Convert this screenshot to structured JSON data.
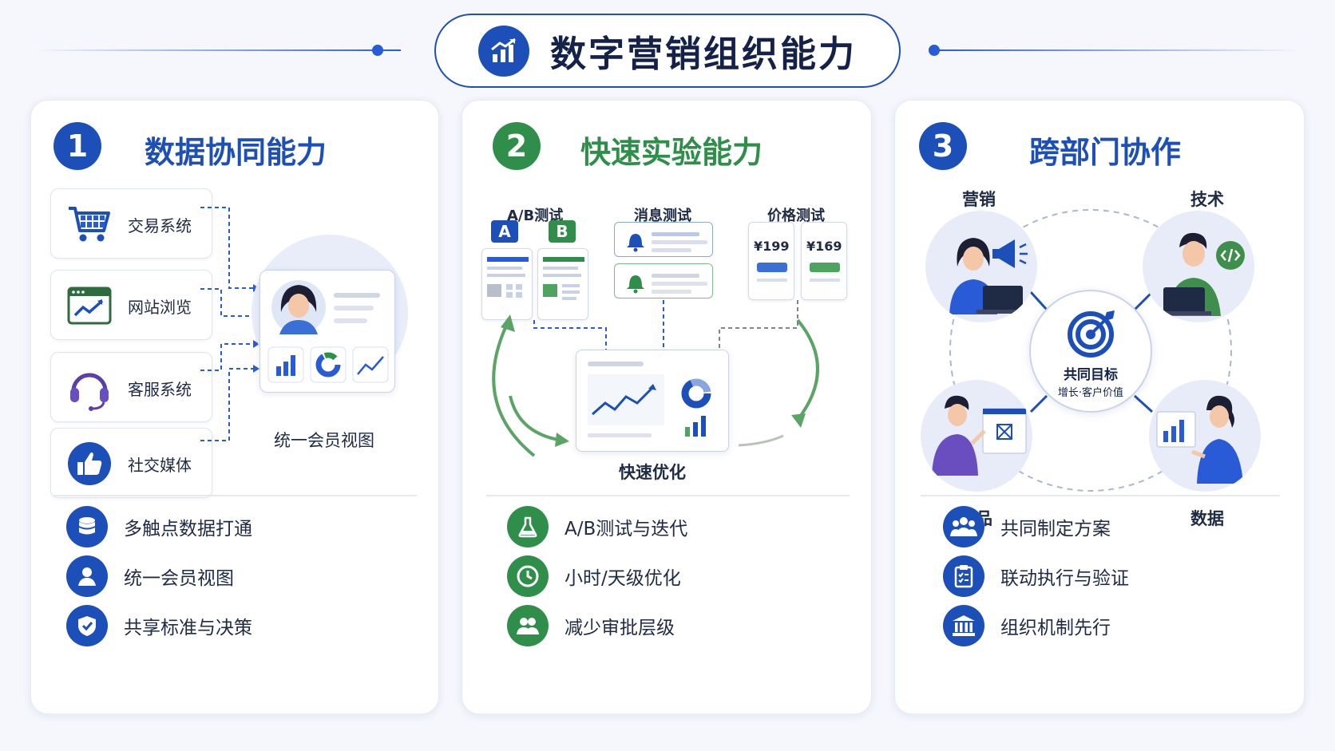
{
  "header": {
    "title": "数字营销组织能力"
  },
  "cards": [
    {
      "number": "1",
      "title": "数据协同能力",
      "color": "#1d4fb8",
      "sources": [
        "交易系统",
        "网站浏览",
        "客服系统",
        "社交媒体"
      ],
      "hub_label": "统一会员视图",
      "features": [
        "多触点数据打通",
        "统一会员视图",
        "共享标准与决策"
      ]
    },
    {
      "number": "2",
      "title": "快速实验能力",
      "color": "#2f8f4a",
      "tests": [
        "A/B测试",
        "消息测试",
        "价格测试"
      ],
      "variant_a": "A",
      "variant_b": "B",
      "price_a": "¥199",
      "price_b": "¥169",
      "hub_label": "快速优化",
      "features": [
        "A/B测试与迭代",
        "小时/天级优化",
        "减少审批层级"
      ]
    },
    {
      "number": "3",
      "title": "跨部门协作",
      "color": "#1d4fb8",
      "roles": [
        "营销",
        "技术",
        "产品",
        "数据"
      ],
      "center_title": "共同目标",
      "center_sub": "增长·客户价值",
      "features": [
        "共同制定方案",
        "联动执行与验证",
        "组织机制先行"
      ]
    }
  ],
  "icons": {
    "title": "bar-chart-icon",
    "sources": [
      "shopping-cart-icon",
      "browser-chart-icon",
      "headset-icon",
      "thumbs-up-icon"
    ],
    "card1_features": [
      "database-icon",
      "user-icon",
      "shield-check-icon"
    ],
    "card2_features": [
      "flask-icon",
      "clock-icon",
      "users-icon"
    ],
    "card3_features": [
      "team-icon",
      "clipboard-check-icon",
      "institution-icon"
    ],
    "center": "target-icon"
  }
}
